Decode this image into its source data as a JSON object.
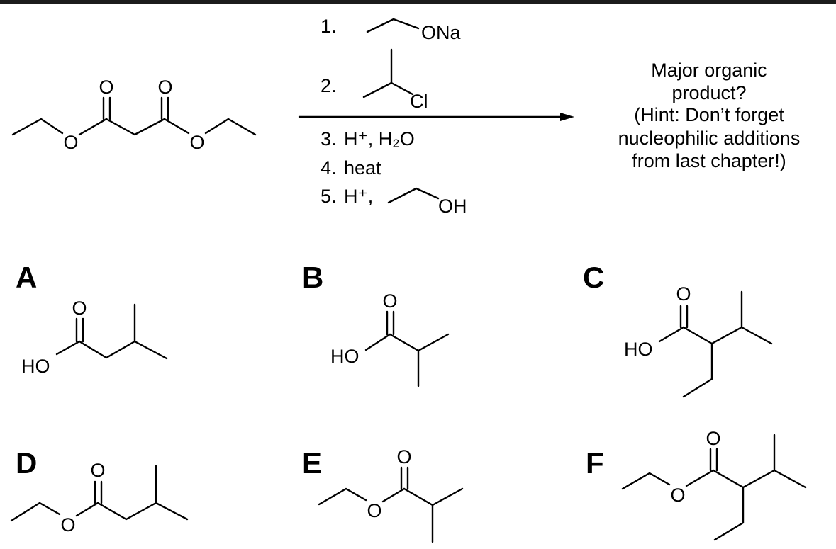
{
  "reaction": {
    "steps": [
      {
        "number": "1.",
        "text": "",
        "reagent": "ONa"
      },
      {
        "number": "2.",
        "text": "",
        "reagent": "Cl"
      },
      {
        "number": "3.",
        "text": "H⁺, H₂O",
        "reagent": ""
      },
      {
        "number": "4.",
        "text": "heat",
        "reagent": ""
      },
      {
        "number": "5.",
        "text": "H⁺,",
        "reagent": "OH"
      }
    ],
    "question_lines": [
      "Major organic",
      "product?",
      "(Hint: Don’t forget",
      "nucleophilic additions",
      "from last chapter!)"
    ]
  },
  "atom_labels": {
    "oxygen": "O",
    "hydroxyl": "HO"
  },
  "choices": [
    {
      "letter": "A"
    },
    {
      "letter": "B"
    },
    {
      "letter": "C"
    },
    {
      "letter": "D"
    },
    {
      "letter": "E"
    },
    {
      "letter": "F"
    }
  ]
}
